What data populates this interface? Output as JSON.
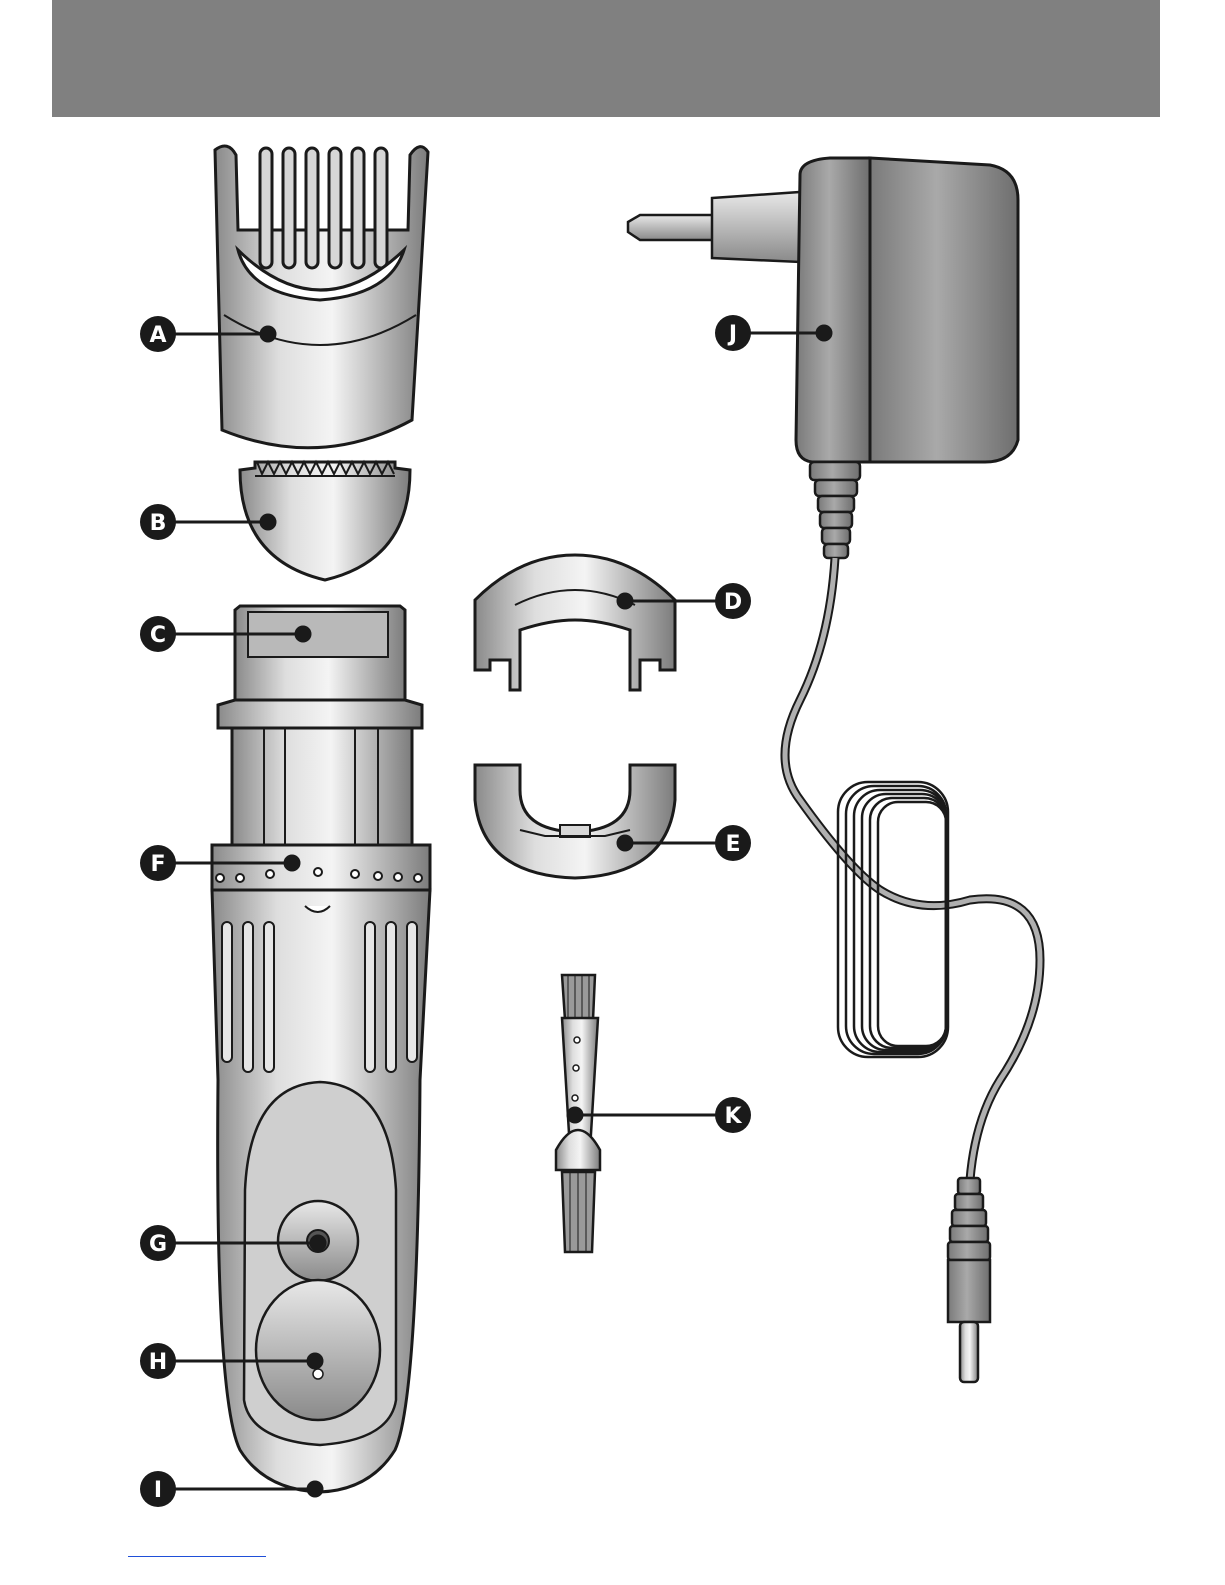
{
  "callouts": [
    {
      "id": "A",
      "label": "A"
    },
    {
      "id": "B",
      "label": "B"
    },
    {
      "id": "C",
      "label": "C"
    },
    {
      "id": "D",
      "label": "D"
    },
    {
      "id": "E",
      "label": "E"
    },
    {
      "id": "F",
      "label": "F"
    },
    {
      "id": "G",
      "label": "G"
    },
    {
      "id": "H",
      "label": "H"
    },
    {
      "id": "I",
      "label": "I"
    },
    {
      "id": "J",
      "label": "J"
    },
    {
      "id": "K",
      "label": "K"
    }
  ],
  "colors": {
    "header_band": "#808080",
    "body_silver": "#b8b8b8",
    "outline": "#1a1a1a",
    "callout_fill": "#1a1a1a",
    "adapter_gray": "#8f8f8f",
    "footer_link": "#1f4fd8"
  }
}
